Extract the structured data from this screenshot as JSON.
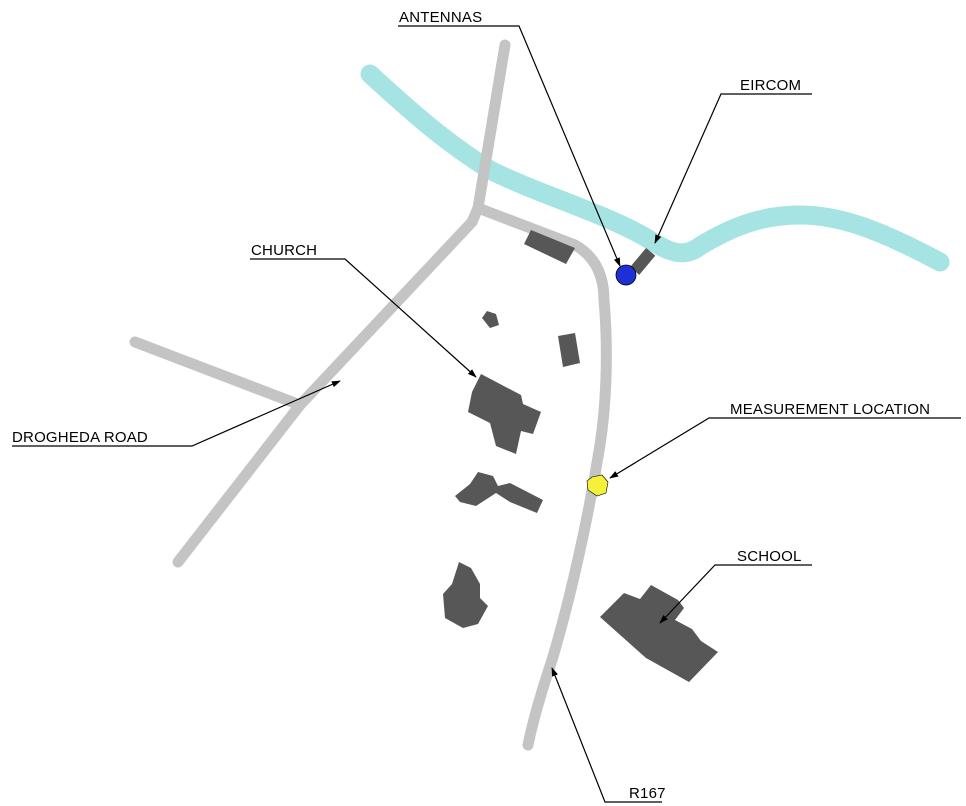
{
  "map": {
    "colors": {
      "river": "#a6e3e3",
      "road": "#c4c4c4",
      "building": "#575757",
      "antenna": "#1f2fd6",
      "measurement": "#f5f03a"
    },
    "labels": {
      "antennas": "ANTENNAS",
      "eircom": "EIRCOM",
      "church": "CHURCH",
      "drogheda_road": "DROGHEDA ROAD",
      "measurement_location": "MEASUREMENT LOCATION",
      "school": "SCHOOL",
      "r167": "R167"
    }
  }
}
